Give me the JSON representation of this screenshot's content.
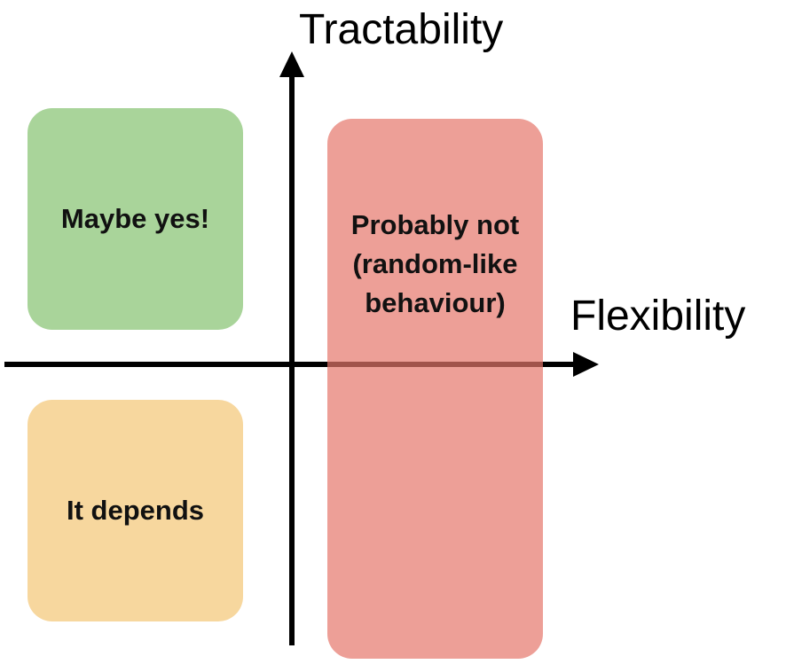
{
  "axes": {
    "y_label": "Tractability",
    "x_label": "Flexibility"
  },
  "quadrants": {
    "top_left": {
      "label": "Maybe yes!",
      "color": "#a9d49a"
    },
    "bottom_left": {
      "label": "It depends",
      "color": "#f7d79e"
    },
    "right": {
      "lines": [
        "Probably not",
        "(random-like",
        "behaviour)"
      ],
      "color": "#e5766b"
    }
  },
  "colors": {
    "axis": "#000000"
  }
}
